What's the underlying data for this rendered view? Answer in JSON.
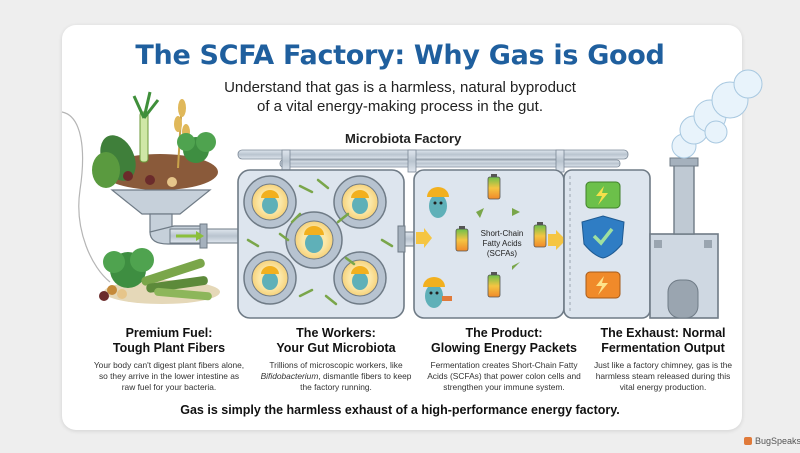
{
  "title": "The SCFA Factory: Why Gas is Good",
  "subtitle_lines": [
    "Understand that gas is a harmless, natural byproduct",
    "of a vital energy-making process in the gut."
  ],
  "factory_label": "Microbiota Factory",
  "scfa_label_lines": [
    "Short-Chain",
    "Fatty Acids",
    "(SCFAs)"
  ],
  "sections": [
    {
      "heading_lines": [
        "Premium Fuel:",
        "Tough Plant Fibers"
      ],
      "body": "Your body can't digest plant fibers alone, so they arrive in the lower intestine as raw fuel for your bacteria."
    },
    {
      "heading_lines": [
        "The Workers:",
        "Your Gut Microbiota"
      ],
      "body_before": "Trillions of microscopic workers, like ",
      "body_em": "Bifidobacterium",
      "body_after": ", dismantle fibers to keep the factory running."
    },
    {
      "heading_lines": [
        "The Product:",
        "Glowing Energy Packets"
      ],
      "body": "Fermentation creates Short-Chain Fatty Acids (SCFAs) that power colon cells and strengthen your immune system."
    },
    {
      "heading_lines": [
        "The Exhaust: Normal",
        "Fermentation Output"
      ],
      "body": "Just like a factory chimney, gas is the harmless steam released during this vital energy production."
    }
  ],
  "footer": "Gas is simply the harmless exhaust of a high-performance energy factory.",
  "brand": "BugSpeaks",
  "colors": {
    "title": "#1f5f9e",
    "pipe": "#8a98a6",
    "microbe": "#5fb0b8",
    "hardhat": "#f2b01e",
    "battery_green": "#6cc04a",
    "battery_orange": "#f08a2a",
    "shield": "#2f7dc4"
  }
}
